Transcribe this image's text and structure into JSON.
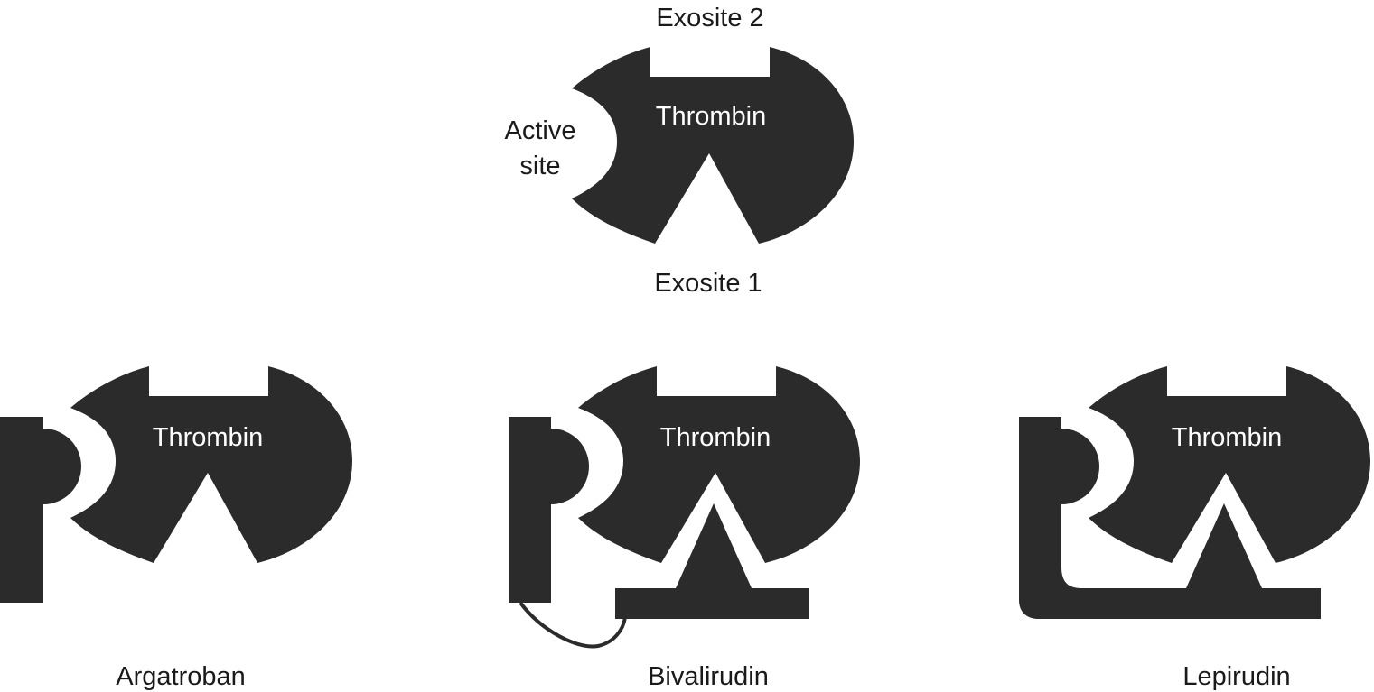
{
  "colors": {
    "shape_fill": "#2b2b2b",
    "background": "#ffffff",
    "text_dark": "#1a1a1a",
    "text_light": "#ffffff"
  },
  "thrombin_diagram": {
    "label_thrombin": "Thrombin",
    "label_exosite_2": "Exosite 2",
    "label_exosite_1": "Exosite 1",
    "label_active_line1": "Active",
    "label_active_line2": "site"
  },
  "inhibitors": [
    {
      "name": "Argatroban",
      "thrombin_label": "Thrombin"
    },
    {
      "name": "Bivalirudin",
      "thrombin_label": "Thrombin"
    },
    {
      "name": "Lepirudin",
      "thrombin_label": "Thrombin"
    }
  ]
}
